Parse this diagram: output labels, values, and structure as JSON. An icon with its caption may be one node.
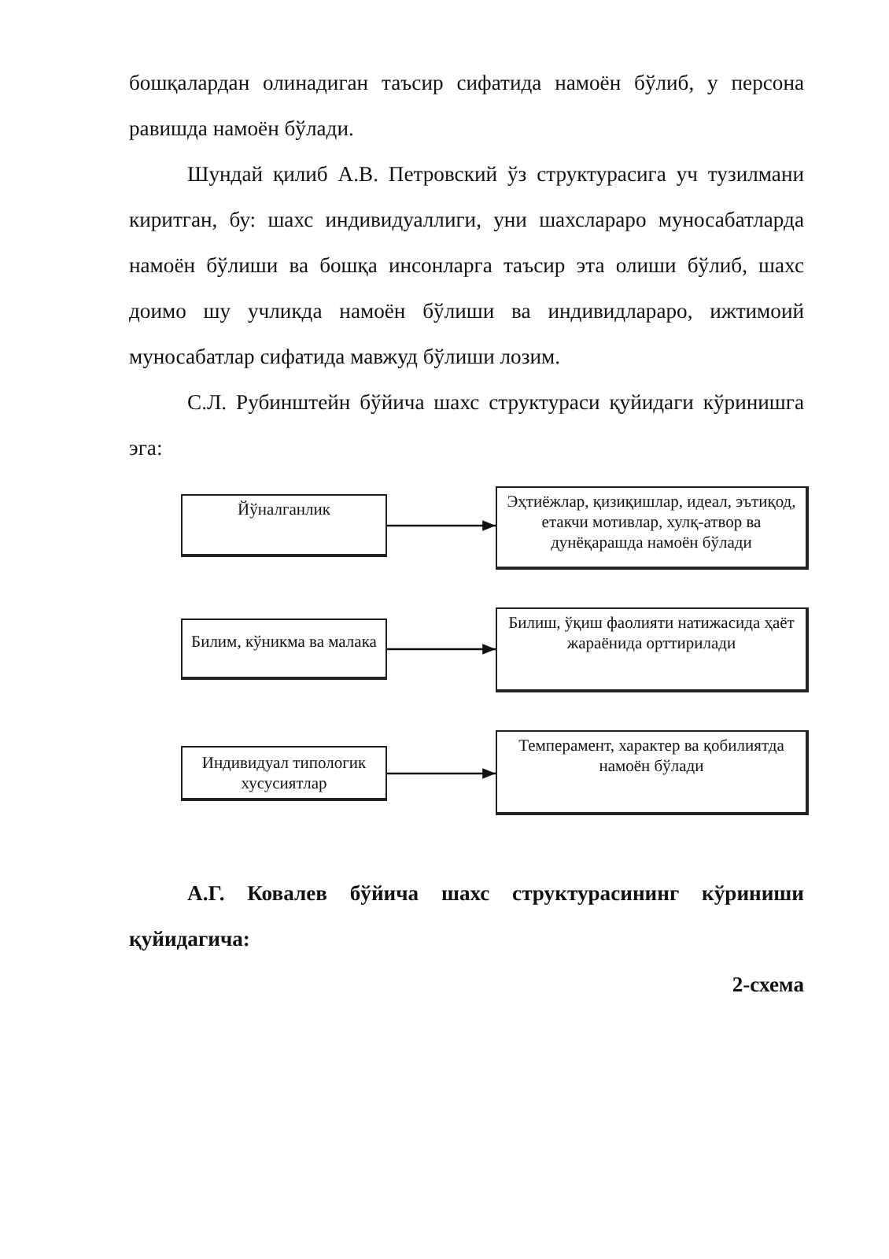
{
  "diagram": {
    "nodes": [
      {
        "text": [
          "Йўналганлик"
        ]
      },
      {
        "text": [
          "Эҳтиёжлар, қизиқишлар, идеал, эътиқод, етакчи мотивлар, хулқ-атвор ва дунёқарашда намоён бўлади"
        ]
      },
      {
        "text": [
          "Билим, кўникма ва малака"
        ]
      },
      {
        "text": [
          "Билиш, ўқиш фаолияти  натижасида ҳаёт жараёнида орттирилади"
        ]
      },
      {
        "text": [
          "Индивидуал типологик хусусиятлар"
        ]
      },
      {
        "text": [
          "Темперамент, характер ва қобилиятда намоён бўлади"
        ]
      }
    ],
    "edges": [
      {
        "from": 0,
        "to": 1,
        "arrow": "to"
      },
      {
        "from": 2,
        "to": 3,
        "arrow": "to"
      },
      {
        "from": 4,
        "to": 5,
        "arrow": "to"
      }
    ],
    "labels": [
      "бошқалардан олинадиган таъсир сифатида намоён бўлиб, у персона равишда намоён бўлади.",
      "Шундай қилиб А.В. Петровский ўз структурасига уч тузилмани киритган, бу: шахс индивидуаллиги, уни шахслараро муносабатларда намоён бўлиши ва бошқа инсонларга таъсир эта олиши бўлиб, шахс доимо шу учликда намоён бўлиши ва индивидлараро, ижтимоий муносабатлар сифатида мавжуд бўлиши лозим.",
      "С.Л. Рубинштейн бўйича шахс структураси қуйидаги кўринишга эга:",
      "А.Г. Ковалев бўйича шахс структурасининг кўриниши қуйидагича:",
      "2-схема"
    ]
  }
}
